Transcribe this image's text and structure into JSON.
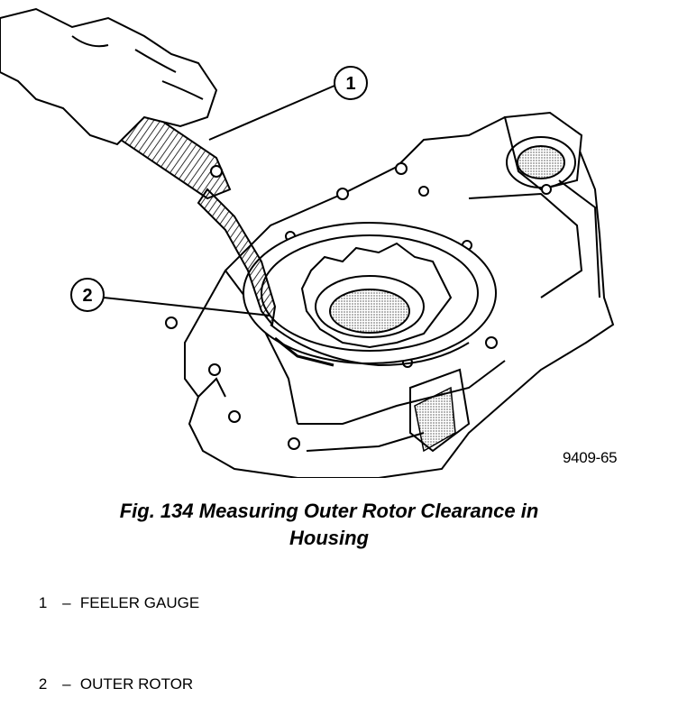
{
  "figure": {
    "code": "9409-65",
    "callouts": [
      {
        "number": "1"
      },
      {
        "number": "2"
      }
    ]
  },
  "caption": {
    "line1": "Fig. 134 Measuring Outer Rotor Clearance in",
    "line2": "Housing"
  },
  "legend": [
    {
      "number": "1",
      "dash": "–",
      "label": "FEELER GAUGE"
    },
    {
      "number": "2",
      "dash": "–",
      "label": "OUTER ROTOR"
    }
  ]
}
